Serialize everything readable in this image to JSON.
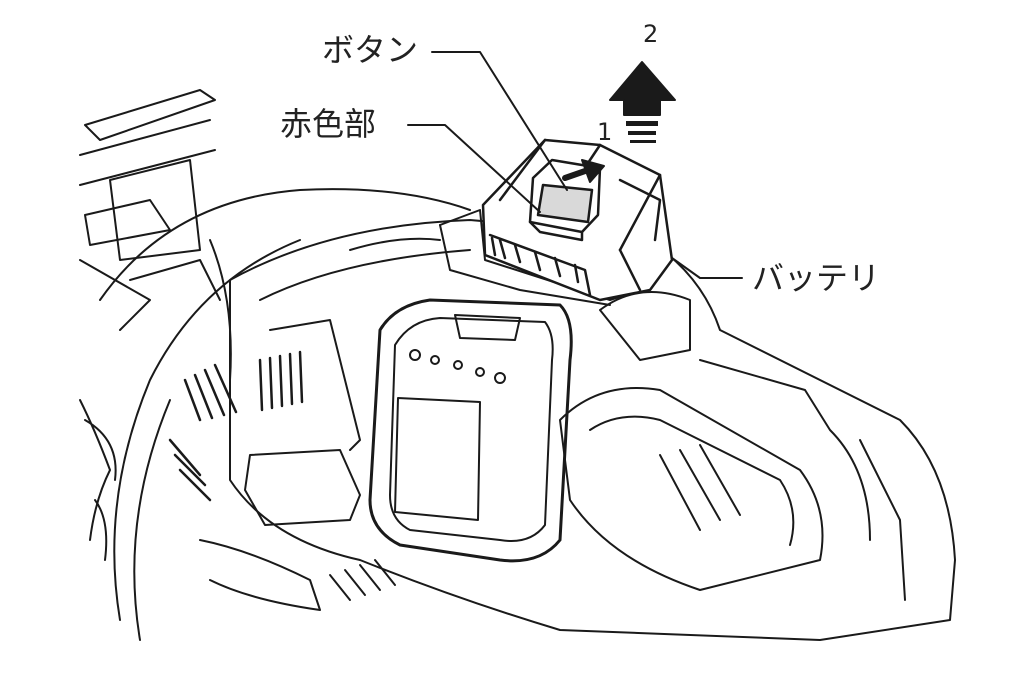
{
  "labels": {
    "button": "ボタン",
    "red_part": "赤色部",
    "battery": "バッテリ",
    "step1": "1",
    "step2": "2"
  },
  "colors": {
    "line": "#1a1a1a",
    "fill": "#ffffff",
    "button_fill": "#d9d9d9",
    "arrow": "#1a1a1a"
  }
}
